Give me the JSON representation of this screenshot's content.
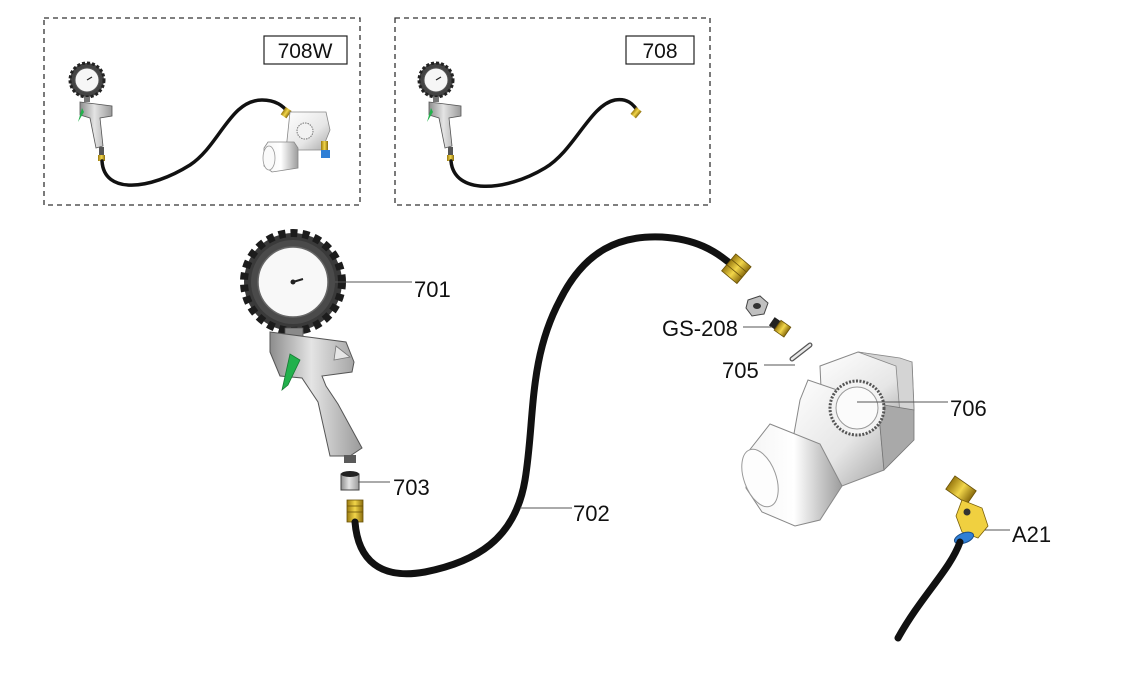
{
  "variants": [
    {
      "tag": "708W"
    },
    {
      "tag": "708"
    }
  ],
  "parts": {
    "p701": "701",
    "p702": "702",
    "p703": "703",
    "pgs208": "GS-208",
    "p705": "705",
    "p706": "706",
    "pa21": "A21"
  },
  "colors": {
    "hose": "#111111",
    "trigger": "#22b14c",
    "brass": "#e8c21c",
    "blue_ring": "#2f7fd6",
    "aluminium": "#c9c9c9"
  },
  "icons": [
    "pressure-gauge-icon",
    "inflator-gun-icon",
    "hose-icon",
    "brass-fitting-icon",
    "regulator-block-icon",
    "elbow-fitting-icon"
  ]
}
